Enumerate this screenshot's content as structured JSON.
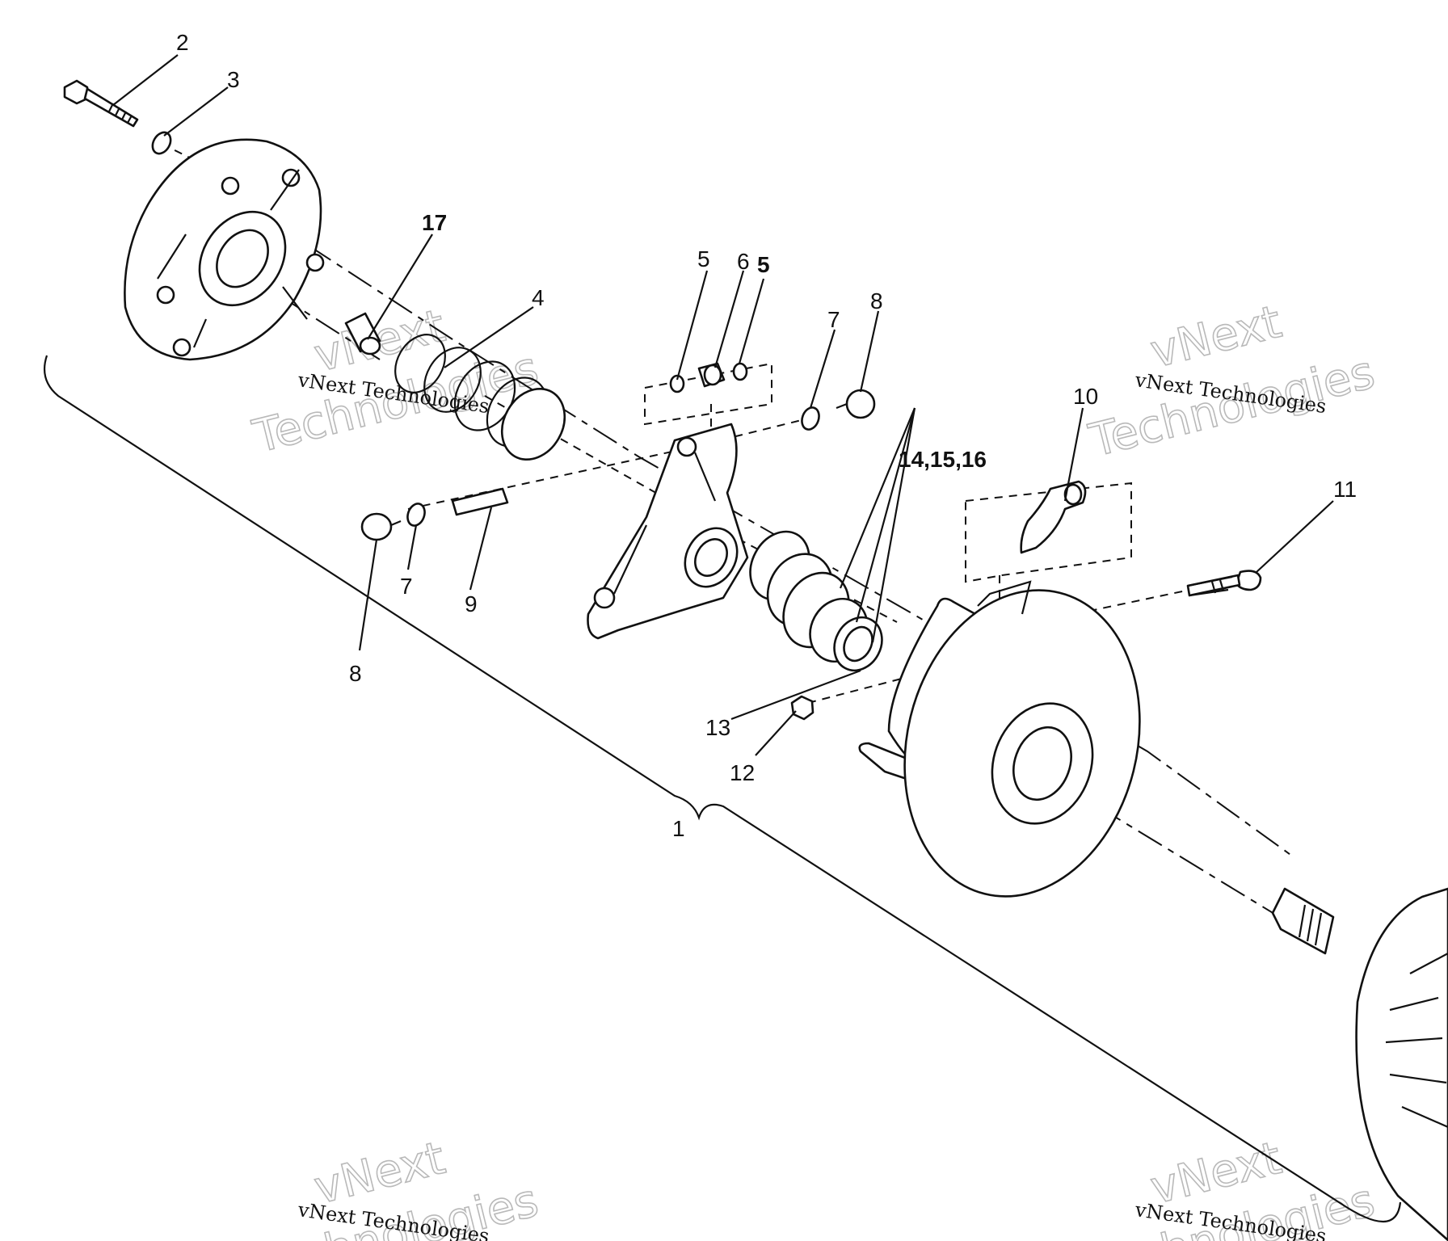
{
  "watermark": {
    "small_text": "vNext Technologies",
    "big_line1": "vNext",
    "big_line2": "Technologies"
  },
  "callouts": {
    "c1": "1",
    "c2": "2",
    "c3": "3",
    "c4": "4",
    "c5a": "5",
    "c6": "6",
    "c5b": "5",
    "c7a": "7",
    "c7b": "7",
    "c8a": "8",
    "c8b": "8",
    "c9": "9",
    "c10": "10",
    "c11": "11",
    "c12": "12",
    "c13": "13",
    "c14_16": "14,15,16",
    "c17": "17"
  },
  "colors": {
    "line": "#111111",
    "watermark_outline": "#b9b9b9",
    "background": "#ffffff"
  }
}
